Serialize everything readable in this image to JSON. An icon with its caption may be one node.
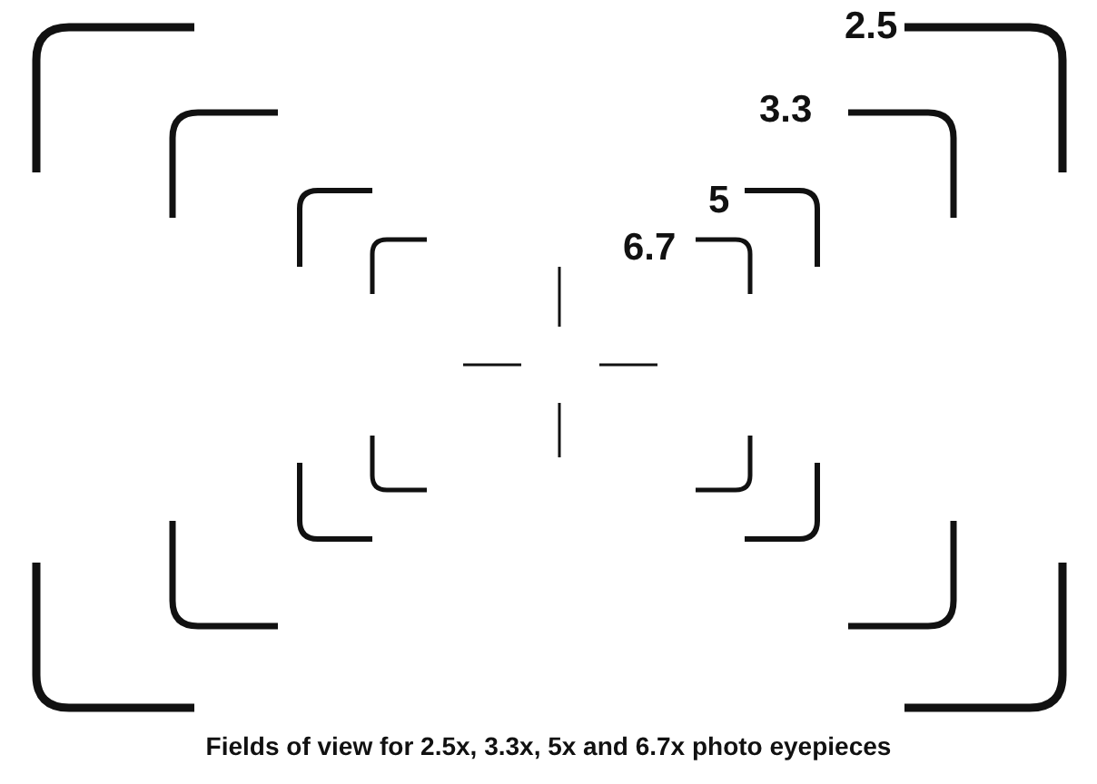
{
  "diagram": {
    "caption": "Fields of view for 2.5x, 3.3x, 5x and 6.7x photo eyepieces",
    "labels": [
      "2.5",
      "3.3",
      "5",
      "6.7"
    ]
  }
}
